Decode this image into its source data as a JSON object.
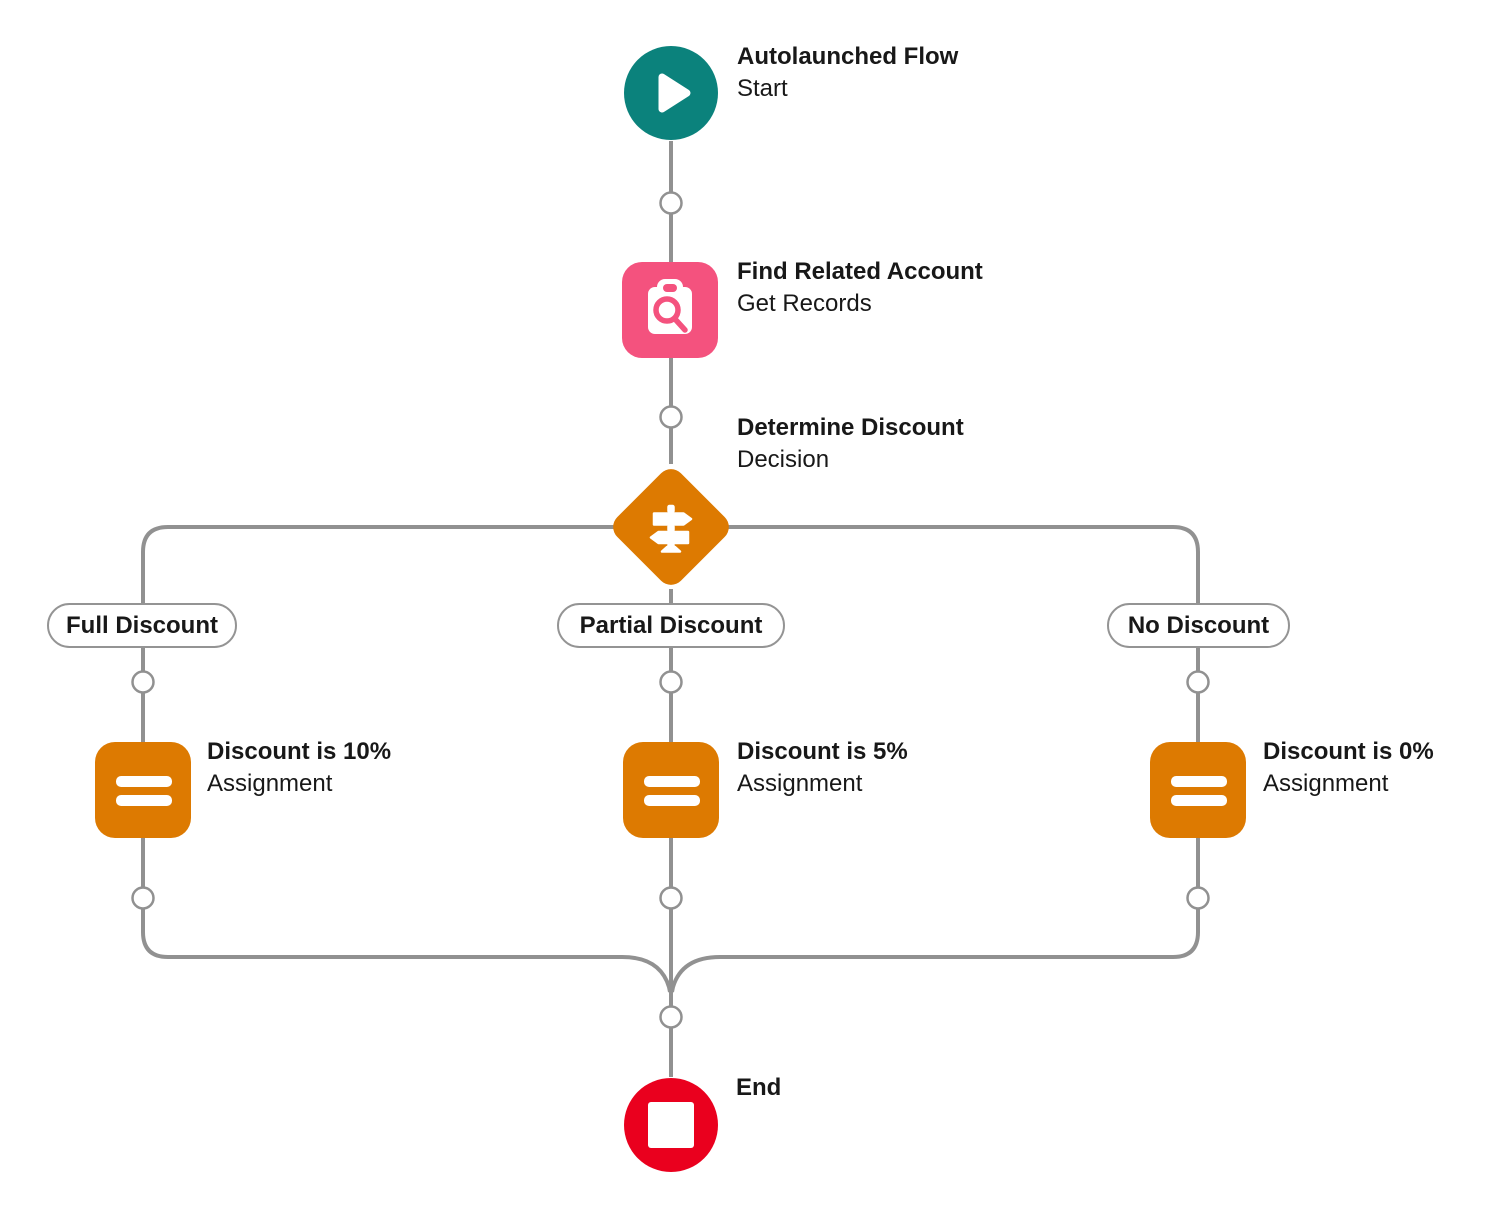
{
  "colors": {
    "start_teal": "#0b827c",
    "get_records_pink": "#f4527e",
    "decision_orange": "#dd7a01",
    "assignment_orange": "#dd7a01",
    "end_red": "#ea001e",
    "connector_gray": "#919191",
    "text": "#181818"
  },
  "flow": {
    "start": {
      "title": "Autolaunched Flow",
      "subtitle": "Start"
    },
    "get_records": {
      "title": "Find Related Account",
      "subtitle": "Get Records"
    },
    "decision": {
      "title": "Determine Discount",
      "subtitle": "Decision"
    },
    "branches": [
      {
        "label": "Full Discount",
        "assignment": {
          "title": "Discount is 10%",
          "subtitle": "Assignment"
        }
      },
      {
        "label": "Partial Discount",
        "assignment": {
          "title": "Discount is 5%",
          "subtitle": "Assignment"
        }
      },
      {
        "label": "No Discount",
        "assignment": {
          "title": "Discount is 0%",
          "subtitle": "Assignment"
        }
      }
    ],
    "end": {
      "title": "End"
    }
  }
}
